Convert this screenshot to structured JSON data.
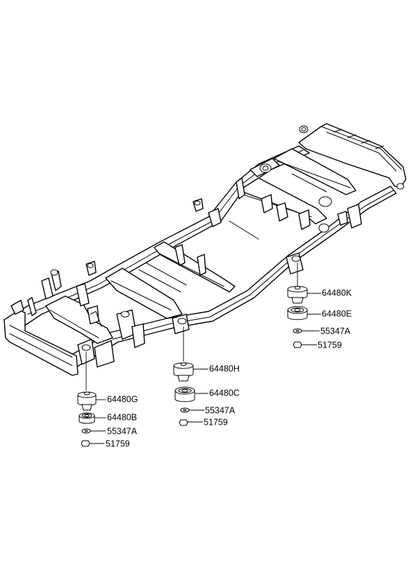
{
  "labels": {
    "p64480K": "64480K",
    "p64480E": "64480E",
    "p55347A_r": "55347A",
    "p51759_r": "51759",
    "p64480H": "64480H",
    "p64480C": "64480C",
    "p55347A_m": "55347A",
    "p51759_m": "51759",
    "p64480G": "64480G",
    "p64480B": "64480B",
    "p55347A_l": "55347A",
    "p51759_l": "51759"
  }
}
